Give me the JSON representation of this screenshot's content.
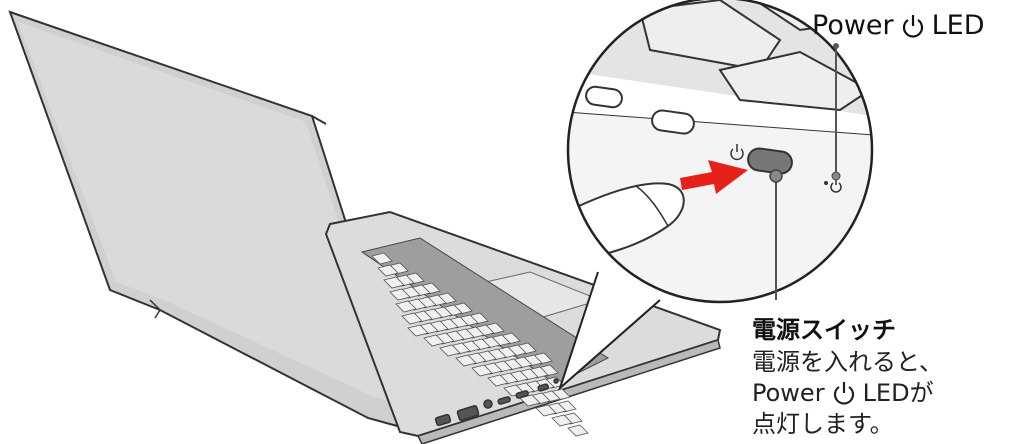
{
  "labels": {
    "power_led_prefix": "Power",
    "power_led_suffix": "LED",
    "switch_title": "電源スイッチ",
    "desc_line1": "電源を入れると、",
    "desc_line2_prefix": "Power",
    "desc_line2_suffix": "LEDが",
    "desc_line3": "点灯します。"
  },
  "icons": {
    "power_symbol": "power-icon",
    "press_arrow": "arrow-right-icon"
  },
  "colors": {
    "arrow": "#e8201a",
    "outline": "#222222",
    "laptop_body": "#d9d9d9",
    "laptop_lid": "#cfcfcf",
    "keys": "#bdbdbd"
  }
}
